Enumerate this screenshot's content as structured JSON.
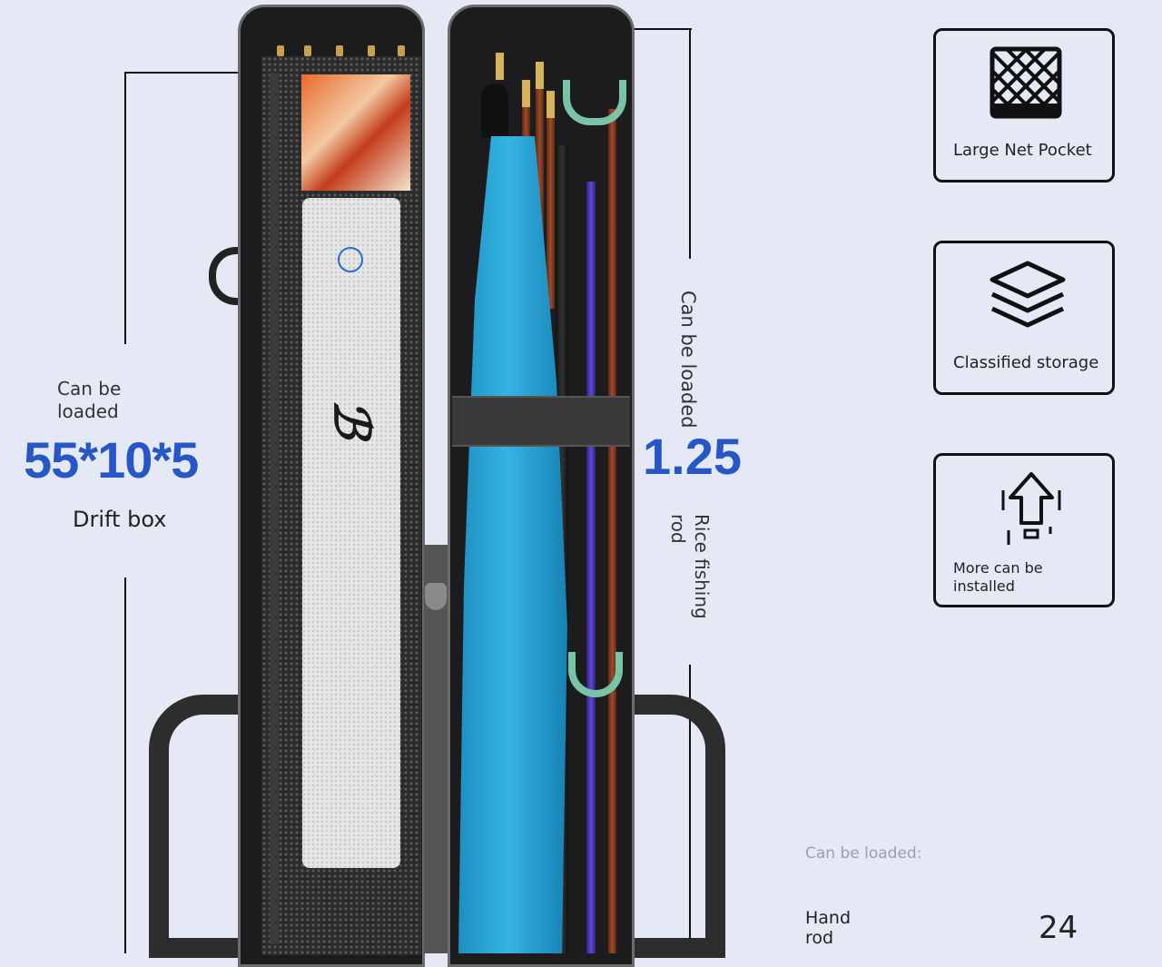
{
  "left_annotation": {
    "loaded_label": "Can be loaded",
    "dimensions": "55*10*5",
    "item_name": "Drift box"
  },
  "right_annotation": {
    "loaded_label": "Can be loaded",
    "value": "1.25",
    "item_name": "Rice fishing rod"
  },
  "features": [
    {
      "label": "Large Net Pocket",
      "icon": "net-pocket-icon"
    },
    {
      "label": "Classified storage",
      "icon": "layers-icon"
    },
    {
      "label": "More can be installed",
      "icon": "upload-arrow-icon"
    }
  ],
  "capacity": {
    "header": "Can be loaded:",
    "items": [
      {
        "label": "Hand rod",
        "value": "24"
      }
    ]
  },
  "colors": {
    "background": "#e5e9f5",
    "accent_blue": "#2756c6",
    "case_black": "#1c1c1e",
    "umbrella_blue": "#35b4e4"
  }
}
